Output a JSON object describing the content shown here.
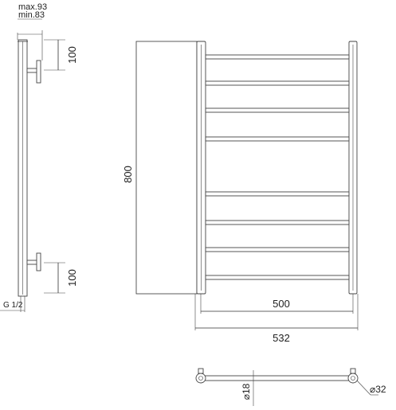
{
  "dimensions": {
    "depth_max": "max.93",
    "depth_min": "min.83",
    "bracket_top": "100",
    "bracket_bottom": "100",
    "thread": "G 1/2",
    "height": "800",
    "center_distance": "500",
    "overall_width": "532",
    "rail_diameter": "⌀18",
    "post_diameter": "⌀32"
  },
  "colors": {
    "line": "#333333",
    "shade": "#cfcfcf",
    "background": "#ffffff"
  }
}
